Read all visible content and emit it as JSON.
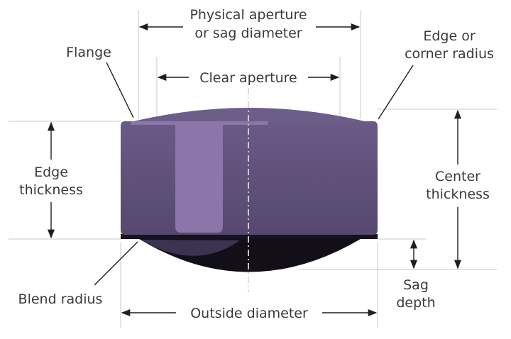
{
  "labels": {
    "physical_aperture_line1": "Physical aperture",
    "physical_aperture_line2": "or sag diameter",
    "clear_aperture": "Clear aperture",
    "flange": "Flange",
    "edge_radius_line1": "Edge or",
    "edge_radius_line2": "corner radius",
    "edge_thickness_line1": "Edge",
    "edge_thickness_line2": "thickness",
    "center_thickness_line1": "Center",
    "center_thickness_line2": "thickness",
    "sag_depth_line1": "Sag",
    "sag_depth_line2": "depth",
    "blend_radius": "Blend radius",
    "outside_diameter": "Outside diameter"
  },
  "colors": {
    "lens_body": "#5e4f78",
    "lens_top": "#6d5d89",
    "lens_highlight": "#8a76a8",
    "lens_bottom": "#120f18",
    "lens_bottom_sheen": "#3c3350",
    "dimension_line": "#1e1e1e",
    "extension_line": "#c8c8c8",
    "label_text": "#3a3a3a"
  }
}
